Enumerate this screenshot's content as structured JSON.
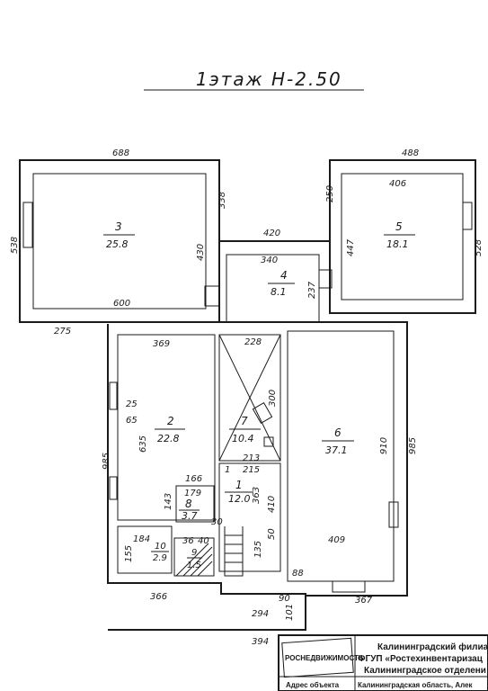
{
  "title": "1этаж H-2.50",
  "rooms": [
    {
      "id": "r3",
      "number": "3",
      "area": "25.8"
    },
    {
      "id": "r5",
      "number": "5",
      "area": "18.1"
    },
    {
      "id": "r4",
      "number": "4",
      "area": "8.1"
    },
    {
      "id": "r2",
      "number": "2",
      "area": "22.8"
    },
    {
      "id": "r7",
      "number": "7",
      "area": "10.4"
    },
    {
      "id": "r6",
      "number": "6",
      "area": "37.1"
    },
    {
      "id": "r1",
      "number": "1",
      "area": "12.0"
    },
    {
      "id": "r8",
      "number": "8",
      "area": "3.7"
    },
    {
      "id": "r10",
      "number": "10",
      "area": "2.9"
    },
    {
      "id": "r9",
      "number": "9",
      "area": "1.5"
    }
  ],
  "dimensions": [
    "688",
    "538",
    "430",
    "338",
    "600",
    "275",
    "488",
    "406",
    "250",
    "447",
    "528",
    "420",
    "340",
    "237",
    "369",
    "228",
    "300",
    "25",
    "65",
    "635",
    "985",
    "213",
    "166",
    "179",
    "143",
    "40",
    "36",
    "184",
    "155",
    "30",
    "1",
    "215",
    "363",
    "410",
    "135",
    "50",
    "910",
    "985",
    "409",
    "88",
    "366",
    "294",
    "90",
    "101",
    "367",
    "394"
  ],
  "stamp": {
    "badge": "РОСНЕДВИЖИМОСТЬ",
    "line1": "Калининградский филиал",
    "line2": "ФГУП «Ростехинвентаризац",
    "line3": "Калининградское отделени",
    "address_label": "Адрес объекта",
    "address_value": "Калининградская область, Алек"
  }
}
